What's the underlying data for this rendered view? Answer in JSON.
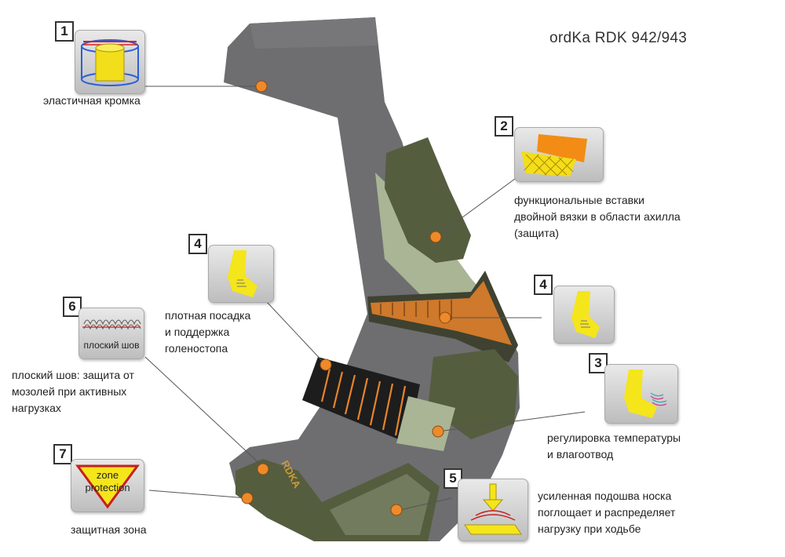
{
  "title": "ordKa  RDK 942/943",
  "sock_brand": "RDKA",
  "features": [
    {
      "number": "1",
      "label": "эластичная кромка"
    },
    {
      "number": "2",
      "label": "функциональные вставки\n двойной вязки в  области ахилла\n(защита)"
    },
    {
      "number": "3",
      "label": "регулировка температуры\nи влагоотвод"
    },
    {
      "number": "4",
      "label": "плотная посадка\nи поддержка\nголеностопа"
    },
    {
      "number": "4",
      "label": ""
    },
    {
      "number": "5",
      "label": "усиленная  подошва носка\nпоглощает и распределяет\nнагрузку при ходьбе"
    },
    {
      "number": "6",
      "label": "плоский шов: защита от\n мозолей при активных\nнагрузках",
      "tile_text": "плоский шов"
    },
    {
      "number": "7",
      "label": "защитная зона",
      "tile_text_1": "zone",
      "tile_text_2": "protection"
    }
  ],
  "colors": {
    "sock_grey": "#6e6e70",
    "olive": "#555d3f",
    "orange": "#e8832a",
    "marker": "#ef8a2a",
    "yellow": "#f5e51b",
    "light_green": "#a9b595"
  }
}
